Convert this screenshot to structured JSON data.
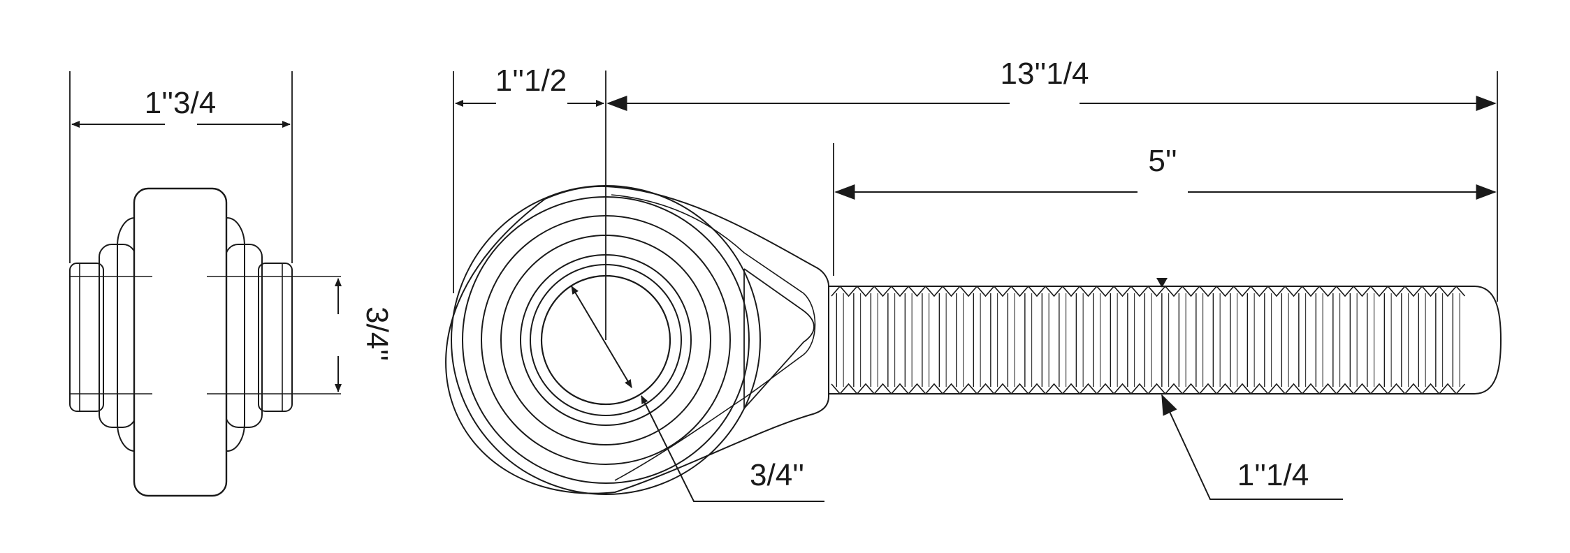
{
  "dimensions": {
    "side_width": "1''3/4",
    "side_bore": "3/4''",
    "eye_offset": "1''1/2",
    "overall_length": "13''1/4",
    "thread_length": "5''",
    "bore_diameter": "3/4''",
    "thread_diameter": "1''1/4"
  },
  "colors": {
    "line": "#1a1a1a",
    "background": "#ffffff"
  }
}
